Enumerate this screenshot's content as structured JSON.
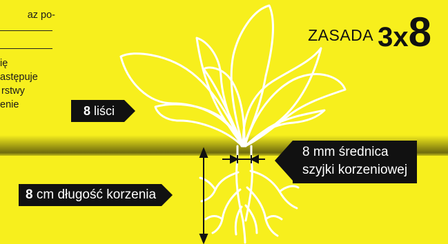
{
  "sidebar": {
    "lines_top": [
      "az po-"
    ],
    "lines_bottom": [
      "ię",
      "astępuje",
      "rstwy",
      "enie"
    ]
  },
  "title": {
    "word": "ZASADA",
    "three": "3",
    "x": "x",
    "eight": "8"
  },
  "labels": {
    "leaves": {
      "num": "8",
      "text": "liści"
    },
    "stem": {
      "line1": "8 mm średnica",
      "line2": "szyjki korzeniowej"
    },
    "root": {
      "num": "8",
      "text": "cm długość korzenia"
    }
  },
  "colors": {
    "background": "#f7ef1d",
    "label_bg": "#111111",
    "drawing": "#ffffff"
  }
}
